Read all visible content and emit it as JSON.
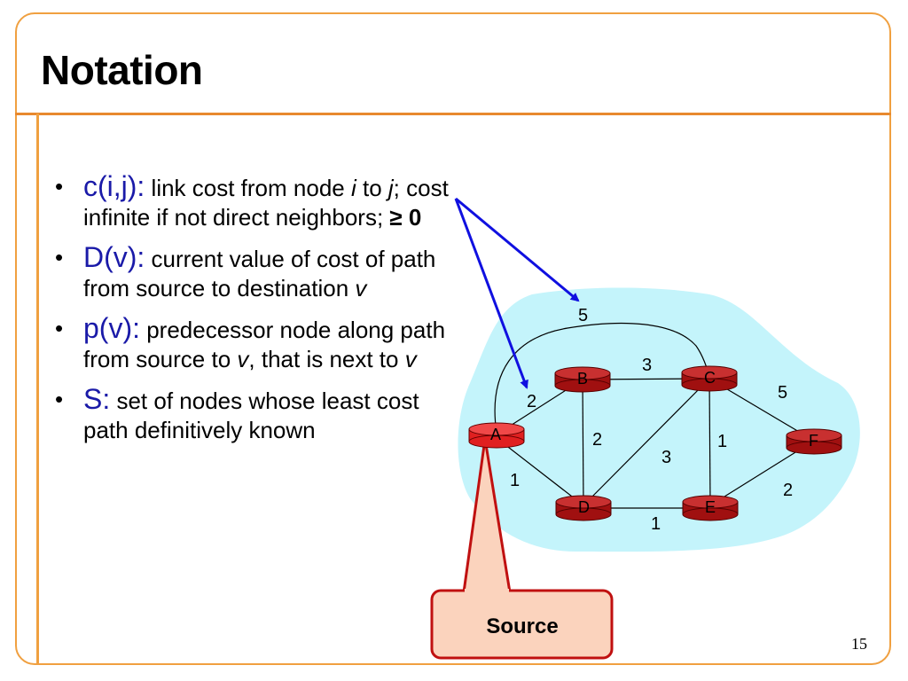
{
  "slide": {
    "title": "Notation",
    "page_number": "15"
  },
  "bullets": [
    {
      "term": "c(i,j):",
      "parts": [
        {
          "t": " link cost from node ",
          "style": "normal"
        },
        {
          "t": "i",
          "style": "italic"
        },
        {
          "t": " to ",
          "style": "normal"
        },
        {
          "t": "j",
          "style": "italic"
        },
        {
          "t": "; cost infinite if not direct neighbors; ",
          "style": "normal"
        },
        {
          "t": "≥ 0",
          "style": "bold"
        }
      ]
    },
    {
      "term": "D(v):",
      "parts": [
        {
          "t": " current value of cost of path from source to destination ",
          "style": "normal"
        },
        {
          "t": "v",
          "style": "italic"
        }
      ]
    },
    {
      "term": "p(v):",
      "parts": [
        {
          "t": " predecessor node along path from source to ",
          "style": "normal"
        },
        {
          "t": "v",
          "style": "italic"
        },
        {
          "t": ", that is next to ",
          "style": "normal"
        },
        {
          "t": "v",
          "style": "italic"
        }
      ]
    },
    {
      "term": "S:",
      "parts": [
        {
          "t": " set of nodes whose least cost path definitively known",
          "style": "normal"
        }
      ]
    }
  ],
  "network": {
    "nodes": [
      {
        "id": "A",
        "label": "A",
        "fill": "#e02020"
      },
      {
        "id": "B",
        "label": "B",
        "fill": "#a01010"
      },
      {
        "id": "C",
        "label": "C",
        "fill": "#a01010"
      },
      {
        "id": "D",
        "label": "D",
        "fill": "#a01010"
      },
      {
        "id": "E",
        "label": "E",
        "fill": "#a01010"
      },
      {
        "id": "F",
        "label": "F",
        "fill": "#a01010"
      }
    ],
    "links": [
      {
        "from": "A",
        "to": "B",
        "cost": "2"
      },
      {
        "from": "A",
        "to": "C",
        "cost": "5"
      },
      {
        "from": "A",
        "to": "D",
        "cost": "1"
      },
      {
        "from": "B",
        "to": "C",
        "cost": "3"
      },
      {
        "from": "B",
        "to": "D",
        "cost": "2"
      },
      {
        "from": "C",
        "to": "D",
        "cost": "3"
      },
      {
        "from": "C",
        "to": "E",
        "cost": "1"
      },
      {
        "from": "C",
        "to": "F",
        "cost": "5"
      },
      {
        "from": "D",
        "to": "E",
        "cost": "1"
      },
      {
        "from": "E",
        "to": "F",
        "cost": "2"
      }
    ]
  },
  "callout": {
    "label": "Source"
  },
  "colors": {
    "frame": "#f0a040",
    "title_rule": "#e8892e",
    "term_text": "#1a1aa8",
    "cloud_fill": "#c4f4fb",
    "arrow": "#1010e0",
    "callout_fill": "#fbd3bd",
    "callout_border": "#c01010"
  }
}
